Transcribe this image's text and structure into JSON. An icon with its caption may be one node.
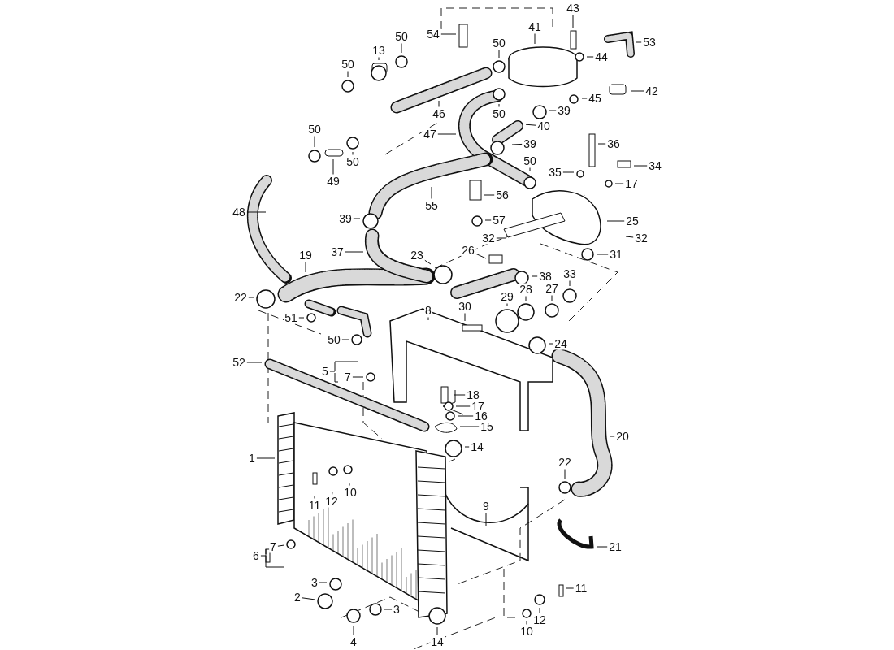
{
  "diagram": {
    "nodes": [
      {
        "text": [
          "43"
        ]
      },
      {
        "text": [
          "41"
        ]
      },
      {
        "text": [
          "54"
        ]
      },
      {
        "text": [
          "53"
        ]
      },
      {
        "text": [
          "50"
        ]
      },
      {
        "text": [
          "13"
        ]
      },
      {
        "text": [
          "50"
        ]
      },
      {
        "text": [
          "50"
        ]
      },
      {
        "text": [
          "44"
        ]
      },
      {
        "text": [
          "42"
        ]
      },
      {
        "text": [
          "45"
        ]
      },
      {
        "text": [
          "50"
        ]
      },
      {
        "text": [
          "39"
        ]
      },
      {
        "text": [
          "46"
        ]
      },
      {
        "text": [
          "40"
        ]
      },
      {
        "text": [
          "47"
        ]
      },
      {
        "text": [
          "50"
        ]
      },
      {
        "text": [
          "39"
        ]
      },
      {
        "text": [
          "36"
        ]
      },
      {
        "text": [
          "50"
        ]
      },
      {
        "text": [
          "50"
        ]
      },
      {
        "text": [
          "34"
        ]
      },
      {
        "text": [
          "35"
        ]
      },
      {
        "text": [
          "49"
        ]
      },
      {
        "text": [
          "17"
        ]
      },
      {
        "text": [
          "56"
        ]
      },
      {
        "text": [
          "55"
        ]
      },
      {
        "text": [
          "48"
        ]
      },
      {
        "text": [
          "39"
        ]
      },
      {
        "text": [
          "57"
        ]
      },
      {
        "text": [
          "25"
        ]
      },
      {
        "text": [
          "32"
        ]
      },
      {
        "text": [
          "32"
        ]
      },
      {
        "text": [
          "26"
        ]
      },
      {
        "text": [
          "37"
        ]
      },
      {
        "text": [
          "31"
        ]
      },
      {
        "text": [
          "19"
        ]
      },
      {
        "text": [
          "23"
        ]
      },
      {
        "text": [
          "38"
        ]
      },
      {
        "text": [
          "33"
        ]
      },
      {
        "text": [
          "28"
        ]
      },
      {
        "text": [
          "27"
        ]
      },
      {
        "text": [
          "22"
        ]
      },
      {
        "text": [
          "29"
        ]
      },
      {
        "text": [
          "30"
        ]
      },
      {
        "text": [
          "8"
        ]
      },
      {
        "text": [
          "51"
        ]
      },
      {
        "text": [
          "50"
        ]
      },
      {
        "text": [
          "24"
        ]
      },
      {
        "text": [
          "52"
        ]
      },
      {
        "text": [
          "5"
        ]
      },
      {
        "text": [
          "7"
        ]
      },
      {
        "text": [
          "18"
        ]
      },
      {
        "text": [
          "17"
        ]
      },
      {
        "text": [
          "16"
        ]
      },
      {
        "text": [
          "15"
        ]
      },
      {
        "text": [
          "14"
        ]
      },
      {
        "text": [
          "20"
        ]
      },
      {
        "text": [
          "1"
        ]
      },
      {
        "text": [
          "22"
        ]
      },
      {
        "text": [
          "11"
        ]
      },
      {
        "text": [
          "12"
        ]
      },
      {
        "text": [
          "10"
        ]
      },
      {
        "text": [
          "9"
        ]
      },
      {
        "text": [
          "21"
        ]
      },
      {
        "text": [
          "7"
        ]
      },
      {
        "text": [
          "6"
        ]
      },
      {
        "text": [
          "3"
        ]
      },
      {
        "text": [
          "2"
        ]
      },
      {
        "text": [
          "3"
        ]
      },
      {
        "text": [
          "11"
        ]
      },
      {
        "text": [
          "4"
        ]
      },
      {
        "text": [
          "14"
        ]
      },
      {
        "text": [
          "10"
        ]
      },
      {
        "text": [
          "12"
        ]
      }
    ],
    "edges": [
      {
        "from": 0,
        "to": null,
        "arrow": "none"
      },
      {
        "from": 1,
        "to": null,
        "arrow": "none"
      },
      {
        "from": 2,
        "to": null,
        "arrow": "none"
      },
      {
        "from": 3,
        "to": null,
        "arrow": "none"
      },
      {
        "from": 4,
        "to": null,
        "arrow": "none"
      },
      {
        "from": 5,
        "to": null,
        "arrow": "none"
      },
      {
        "from": 6,
        "to": null,
        "arrow": "none"
      },
      {
        "from": 7,
        "to": null,
        "arrow": "none"
      },
      {
        "from": 8,
        "to": null,
        "arrow": "none"
      },
      {
        "from": 9,
        "to": null,
        "arrow": "none"
      },
      {
        "from": 10,
        "to": null,
        "arrow": "none"
      },
      {
        "from": 11,
        "to": null,
        "arrow": "none"
      },
      {
        "from": 12,
        "to": null,
        "arrow": "none"
      },
      {
        "from": 13,
        "to": null,
        "arrow": "none"
      },
      {
        "from": 14,
        "to": null,
        "arrow": "none"
      },
      {
        "from": 15,
        "to": null,
        "arrow": "none"
      },
      {
        "from": 16,
        "to": null,
        "arrow": "none"
      },
      {
        "from": 17,
        "to": null,
        "arrow": "none"
      },
      {
        "from": 18,
        "to": null,
        "arrow": "none"
      },
      {
        "from": 19,
        "to": null,
        "arrow": "none"
      },
      {
        "from": 20,
        "to": null,
        "arrow": "none"
      },
      {
        "from": 21,
        "to": null,
        "arrow": "none"
      },
      {
        "from": 22,
        "to": null,
        "arrow": "none"
      },
      {
        "from": 23,
        "to": null,
        "arrow": "none"
      },
      {
        "from": 24,
        "to": null,
        "arrow": "none"
      },
      {
        "from": 25,
        "to": null,
        "arrow": "none"
      },
      {
        "from": 26,
        "to": null,
        "arrow": "none"
      },
      {
        "from": 27,
        "to": null,
        "arrow": "none"
      },
      {
        "from": 28,
        "to": null,
        "arrow": "none"
      },
      {
        "from": 29,
        "to": null,
        "arrow": "none"
      },
      {
        "from": 30,
        "to": null,
        "arrow": "none"
      },
      {
        "from": 31,
        "to": null,
        "arrow": "none"
      },
      {
        "from": 32,
        "to": null,
        "arrow": "none"
      },
      {
        "from": 33,
        "to": null,
        "arrow": "none"
      },
      {
        "from": 34,
        "to": null,
        "arrow": "none"
      },
      {
        "from": 35,
        "to": null,
        "arrow": "none"
      },
      {
        "from": 36,
        "to": null,
        "arrow": "none"
      },
      {
        "from": 37,
        "to": null,
        "arrow": "none"
      },
      {
        "from": 38,
        "to": null,
        "arrow": "none"
      },
      {
        "from": 39,
        "to": null,
        "arrow": "none"
      },
      {
        "from": 40,
        "to": null,
        "arrow": "none"
      },
      {
        "from": 41,
        "to": null,
        "arrow": "none"
      },
      {
        "from": 42,
        "to": null,
        "arrow": "none"
      },
      {
        "from": 43,
        "to": null,
        "arrow": "none"
      },
      {
        "from": 44,
        "to": null,
        "arrow": "none"
      },
      {
        "from": 45,
        "to": null,
        "arrow": "none"
      },
      {
        "from": 46,
        "to": null,
        "arrow": "none"
      },
      {
        "from": 47,
        "to": null,
        "arrow": "none"
      },
      {
        "from": 48,
        "to": null,
        "arrow": "none"
      },
      {
        "from": 49,
        "to": null,
        "arrow": "none"
      },
      {
        "from": 50,
        "to": null,
        "arrow": "none"
      },
      {
        "from": 51,
        "to": null,
        "arrow": "none"
      },
      {
        "from": 52,
        "to": null,
        "arrow": "none"
      },
      {
        "from": 53,
        "to": null,
        "arrow": "none"
      },
      {
        "from": 54,
        "to": null,
        "arrow": "none"
      },
      {
        "from": 55,
        "to": null,
        "arrow": "none"
      },
      {
        "from": 56,
        "to": null,
        "arrow": "none"
      },
      {
        "from": 57,
        "to": null,
        "arrow": "none"
      },
      {
        "from": 58,
        "to": null,
        "arrow": "none"
      },
      {
        "from": 59,
        "to": null,
        "arrow": "none"
      },
      {
        "from": 60,
        "to": null,
        "arrow": "none"
      },
      {
        "from": 61,
        "to": null,
        "arrow": "none"
      },
      {
        "from": 62,
        "to": null,
        "arrow": "none"
      },
      {
        "from": 63,
        "to": null,
        "arrow": "none"
      },
      {
        "from": 64,
        "to": null,
        "arrow": "none"
      },
      {
        "from": 65,
        "to": null,
        "arrow": "none"
      },
      {
        "from": 66,
        "to": null,
        "arrow": "none"
      },
      {
        "from": 67,
        "to": null,
        "arrow": "none"
      },
      {
        "from": 68,
        "to": null,
        "arrow": "none"
      },
      {
        "from": 69,
        "to": null,
        "arrow": "none"
      },
      {
        "from": 70,
        "to": null,
        "arrow": "none"
      },
      {
        "from": 71,
        "to": null,
        "arrow": "none"
      },
      {
        "from": 72,
        "to": null,
        "arrow": "none"
      },
      {
        "from": 73,
        "to": null,
        "arrow": "none"
      },
      {
        "from": 74,
        "to": null,
        "arrow": "none"
      }
    ]
  }
}
